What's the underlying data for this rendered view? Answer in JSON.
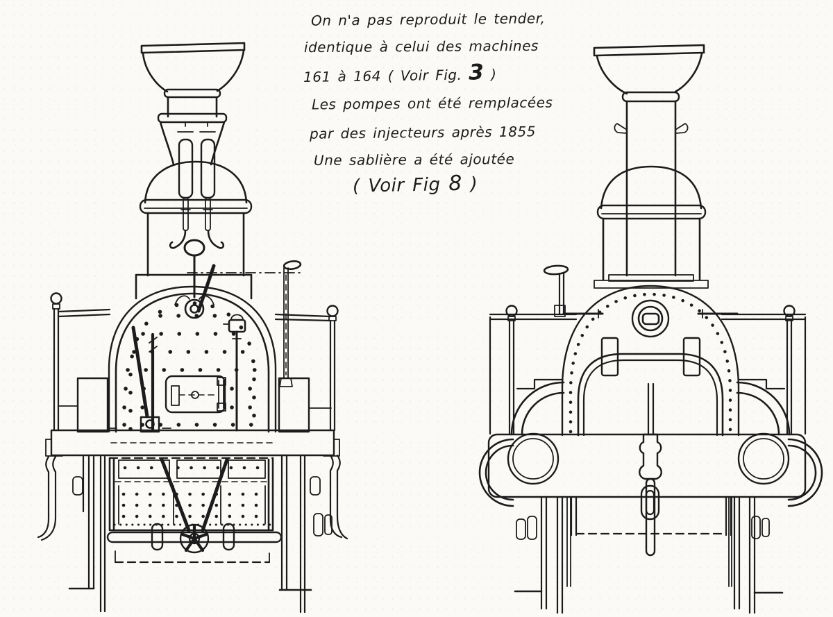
{
  "page": {
    "paper_color": "#fbfaf6",
    "ink_color": "#1c1c1c"
  },
  "annotation": {
    "line1": "On n'a pas reproduit le tender,",
    "line2": "identique à celui des machines",
    "line3a": "161 à 164   ( Voir Fig. ",
    "line3b": "3",
    "line3c": " )",
    "line4": "Les pompes ont été remplacées",
    "line5": "par des injecteurs après 1855",
    "line6": "Une sablière a été ajoutée",
    "line7a": "( Voir Fig ",
    "line7b": "8",
    "line7c": " )"
  }
}
